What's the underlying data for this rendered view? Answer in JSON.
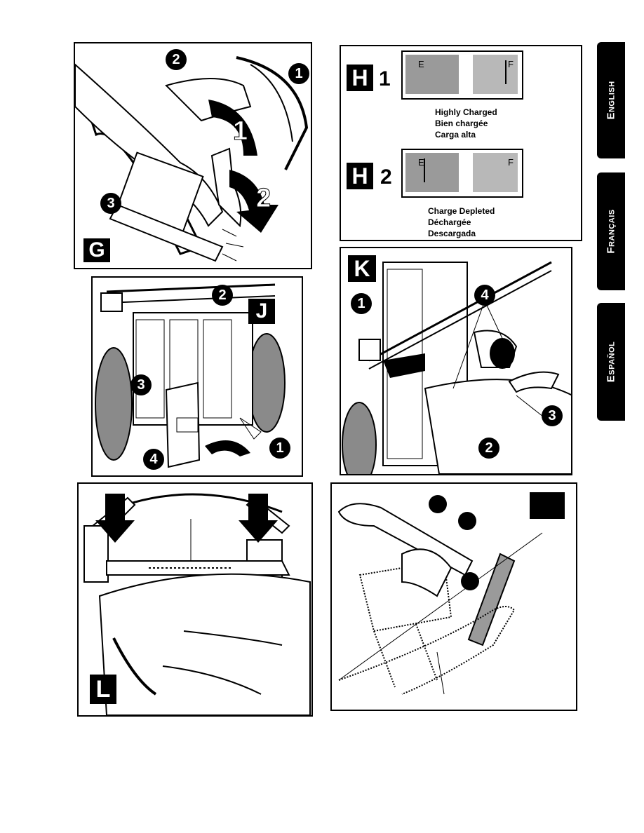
{
  "language_tabs": [
    {
      "label": "English"
    },
    {
      "label": "Français"
    },
    {
      "label": "Español"
    }
  ],
  "panel_g": {
    "letter": "G",
    "callouts": [
      "1",
      "2",
      "3"
    ],
    "arrows": [
      "1",
      "2"
    ]
  },
  "panel_h": {
    "letter": "H",
    "gauge_1": {
      "number": "1",
      "e_label": "E",
      "f_label": "F",
      "lines": [
        "Highly Charged",
        "Bien chargée",
        "Carga alta"
      ]
    },
    "gauge_2": {
      "number": "2",
      "e_label": "E",
      "f_label": "F",
      "lines": [
        "Charge Depleted",
        "Déchargée",
        "Descargada"
      ]
    }
  },
  "panel_j": {
    "letter": "J",
    "callouts": [
      "1",
      "2",
      "3",
      "4"
    ]
  },
  "panel_k": {
    "letter": "K",
    "callouts": [
      "1",
      "2",
      "3",
      "4"
    ]
  },
  "panel_l": {
    "letter": "L"
  },
  "panel_m": {
    "letter": ""
  },
  "colors": {
    "ink": "#000000",
    "paper": "#ffffff",
    "gauge_empty": "#9a9a9a",
    "gauge_full": "#b8b8b8"
  }
}
